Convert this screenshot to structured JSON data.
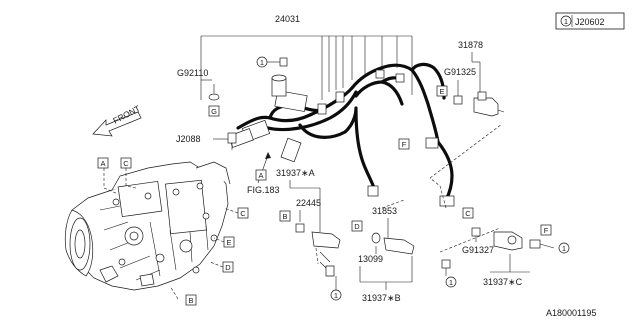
{
  "ref": "J20602",
  "ref_symbol": "1",
  "footer": "A180001195",
  "front": "FRONT",
  "parts": {
    "harness": "24031",
    "sensor_top": "31878",
    "bolt_top": "G91325",
    "bolt_g": "G92110",
    "bolt_left": "J2088",
    "fig": "FIG.183",
    "cable_a": "31937∗A",
    "sensor_left": "22445",
    "sensor_mid": "31853",
    "oring": "13099",
    "cable_b": "31937∗B",
    "bolt_right": "G91327",
    "cable_c": "31937∗C"
  },
  "letters": {
    "a": "A",
    "b": "B",
    "c": "C",
    "d": "D",
    "e": "E",
    "f": "F",
    "g": "G"
  },
  "circled": "1"
}
